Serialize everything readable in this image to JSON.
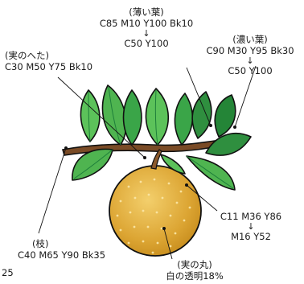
{
  "labels": {
    "light_leaf": {
      "title": "(薄い葉)",
      "before": "C85 M10 Y100 Bk10",
      "arrow": "↓",
      "after": "C50 Y100"
    },
    "dark_leaf": {
      "title": "(濃い葉)",
      "before": "C90 M30 Y95 Bk30",
      "arrow": "↓",
      "after": "C50 Y100"
    },
    "calyx": {
      "title": "(実のへた)",
      "before": "C30 M50 Y75 Bk10"
    },
    "branch": {
      "title": "(枝)",
      "before": "C40 M65 Y90 Bk35"
    },
    "fruit_color": {
      "before": "C11 M36 Y86",
      "arrow": "↓",
      "after": "M16 Y52"
    },
    "fruit": {
      "title": "(実の丸)",
      "note": "白の透明18%"
    }
  },
  "page_number": "25",
  "colors": {
    "leaf_light": "#5cc25a",
    "leaf_mid": "#3aa548",
    "leaf_dark": "#1e7f3a",
    "branch": "#7a4b26",
    "pear": "#d9a52e",
    "pear_light": "#f0c862",
    "outline": "#111111"
  }
}
